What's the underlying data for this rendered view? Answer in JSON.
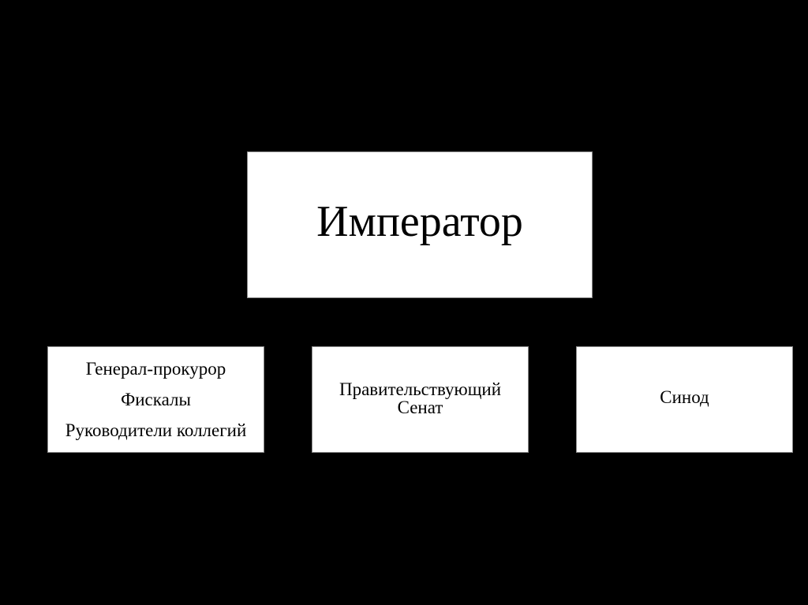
{
  "diagram": {
    "background": "#000000",
    "box_fill": "#ffffff",
    "root": {
      "label": "Император"
    },
    "children": [
      {
        "lines": [
          "Генерал-прокурор",
          "Фискалы",
          "Руководители коллегий"
        ]
      },
      {
        "lines": [
          "Правительствующий",
          "Сенат"
        ]
      },
      {
        "lines": [
          "Синод"
        ]
      }
    ]
  }
}
